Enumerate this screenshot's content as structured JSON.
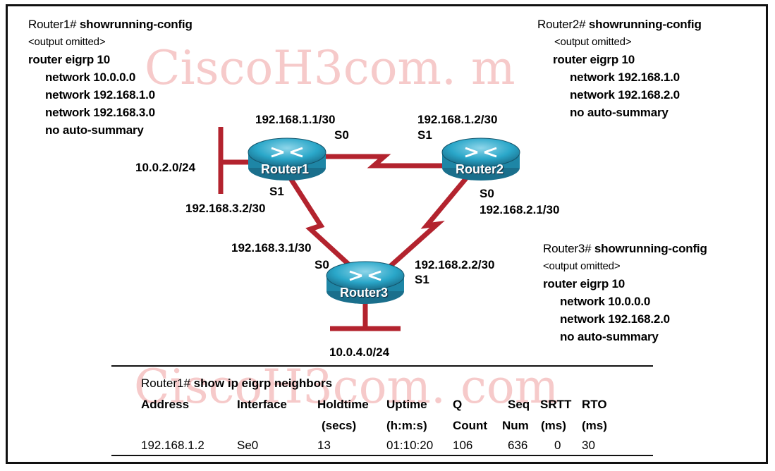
{
  "watermark": {
    "text_top": "CiscoH3com. m",
    "text_bottom": "CiscoH3com. com"
  },
  "router1_config": {
    "prompt": "Router1#",
    "command": "showrunning-config",
    "omitted": "<output omitted>",
    "lines": [
      "router eigrp 10",
      "network 10.0.0.0",
      "network 192.168.1.0",
      "network 192.168.3.0",
      "no auto-summary"
    ]
  },
  "router2_config": {
    "prompt": "Router2#",
    "command": "showrunning-config",
    "omitted": "<output omitted>",
    "lines": [
      "router eigrp 10",
      "network 192.168.1.0",
      "network 192.168.2.0",
      "no auto-summary"
    ]
  },
  "router3_config": {
    "prompt": "Router3#",
    "command": "showrunning-config",
    "omitted": "<output omitted>",
    "lines": [
      "router eigrp 10",
      "network 10.0.0.0",
      "network 192.168.2.0",
      "no auto-summary"
    ]
  },
  "topology": {
    "routers": [
      "Router1",
      "Router2",
      "Router3"
    ],
    "labels": {
      "r1_s0_ip": "192.168.1.1/30",
      "r1_s0": "S0",
      "r2_s1_ip": "192.168.1.2/30",
      "r2_s1": "S1",
      "r1_lan": "10.0.2.0/24",
      "r1_s1": "S1",
      "r1_s1_ip": "192.168.3.2/30",
      "r2_s0": "S0",
      "r2_s0_ip": "192.168.2.1/30",
      "r3_s0_ip": "192.168.3.1/30",
      "r3_s0": "S0",
      "r3_s1_ip": "192.168.2.2/30",
      "r3_s1": "S1",
      "r3_lan": "10.0.4.0/24"
    },
    "colors": {
      "link": "#b3232e",
      "router_fill": "#2aa7c9",
      "lan_bar": "#b3232e"
    }
  },
  "neighbors": {
    "prompt": "Router1#",
    "command": "show ip eigrp neighbors",
    "headers": {
      "address": "Address",
      "interface": "Interface",
      "holdtime": "Holdtime",
      "holdtime2": "(secs)",
      "uptime": "Uptime",
      "uptime2": "(h:m:s)",
      "q": "Q",
      "q2": "Count",
      "seq": "Seq",
      "seq2": "Num",
      "srtt": "SRTT",
      "srtt2": "(ms)",
      "rto": "RTO",
      "rto2": "(ms)"
    },
    "row": {
      "address": "192.168.1.2",
      "interface": "Se0",
      "holdtime": "13",
      "uptime": "01:10:20",
      "q": "106",
      "seq": "636",
      "srtt": "0",
      "rto": "30"
    }
  }
}
